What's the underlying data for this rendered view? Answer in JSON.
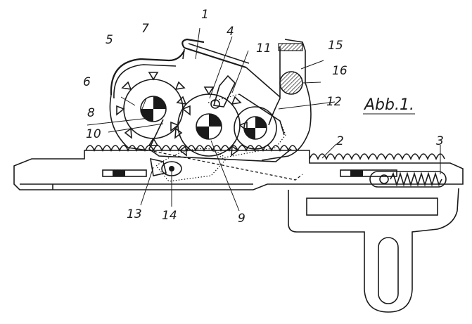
{
  "figure": {
    "title": "Abb.1.",
    "labels": {
      "l1": "1",
      "l2": "2",
      "l3": "3",
      "l4": "4",
      "l5": "5",
      "l6": "6",
      "l7": "7",
      "l8": "8",
      "l9": "9",
      "l10": "10",
      "l11": "11",
      "l12": "12",
      "l13": "13",
      "l14": "14",
      "l15": "15",
      "l16": "16"
    }
  }
}
